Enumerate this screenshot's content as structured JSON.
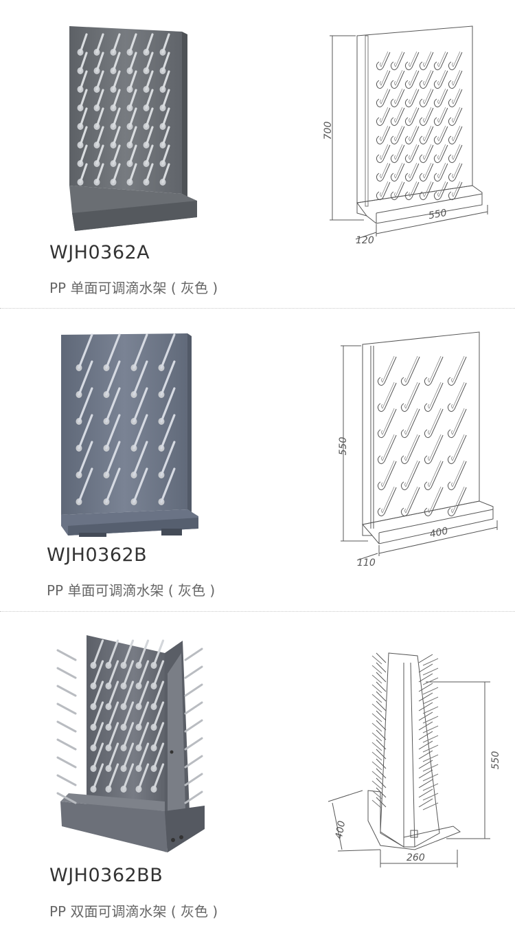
{
  "products": [
    {
      "model": "WJH0362A",
      "desc": "PP 单面可调滴水架 ( 灰色 )",
      "dims": {
        "height": "700",
        "width": "550",
        "depth": "120"
      }
    },
    {
      "model": "WJH0362B",
      "desc": "PP 单面可调滴水架 ( 灰色 )",
      "dims": {
        "height": "550",
        "width": "400",
        "depth": "110"
      }
    },
    {
      "model": "WJH0362BB",
      "desc": "PP 双面可调滴水架 ( 灰色 )",
      "dims": {
        "height": "550",
        "width": "260",
        "depth": "400"
      }
    }
  ],
  "colors": {
    "rack_gray": "#6f7377",
    "rack_blue_gray": "#6a7385",
    "line": "#555555",
    "separator": "#c8c8c8"
  }
}
